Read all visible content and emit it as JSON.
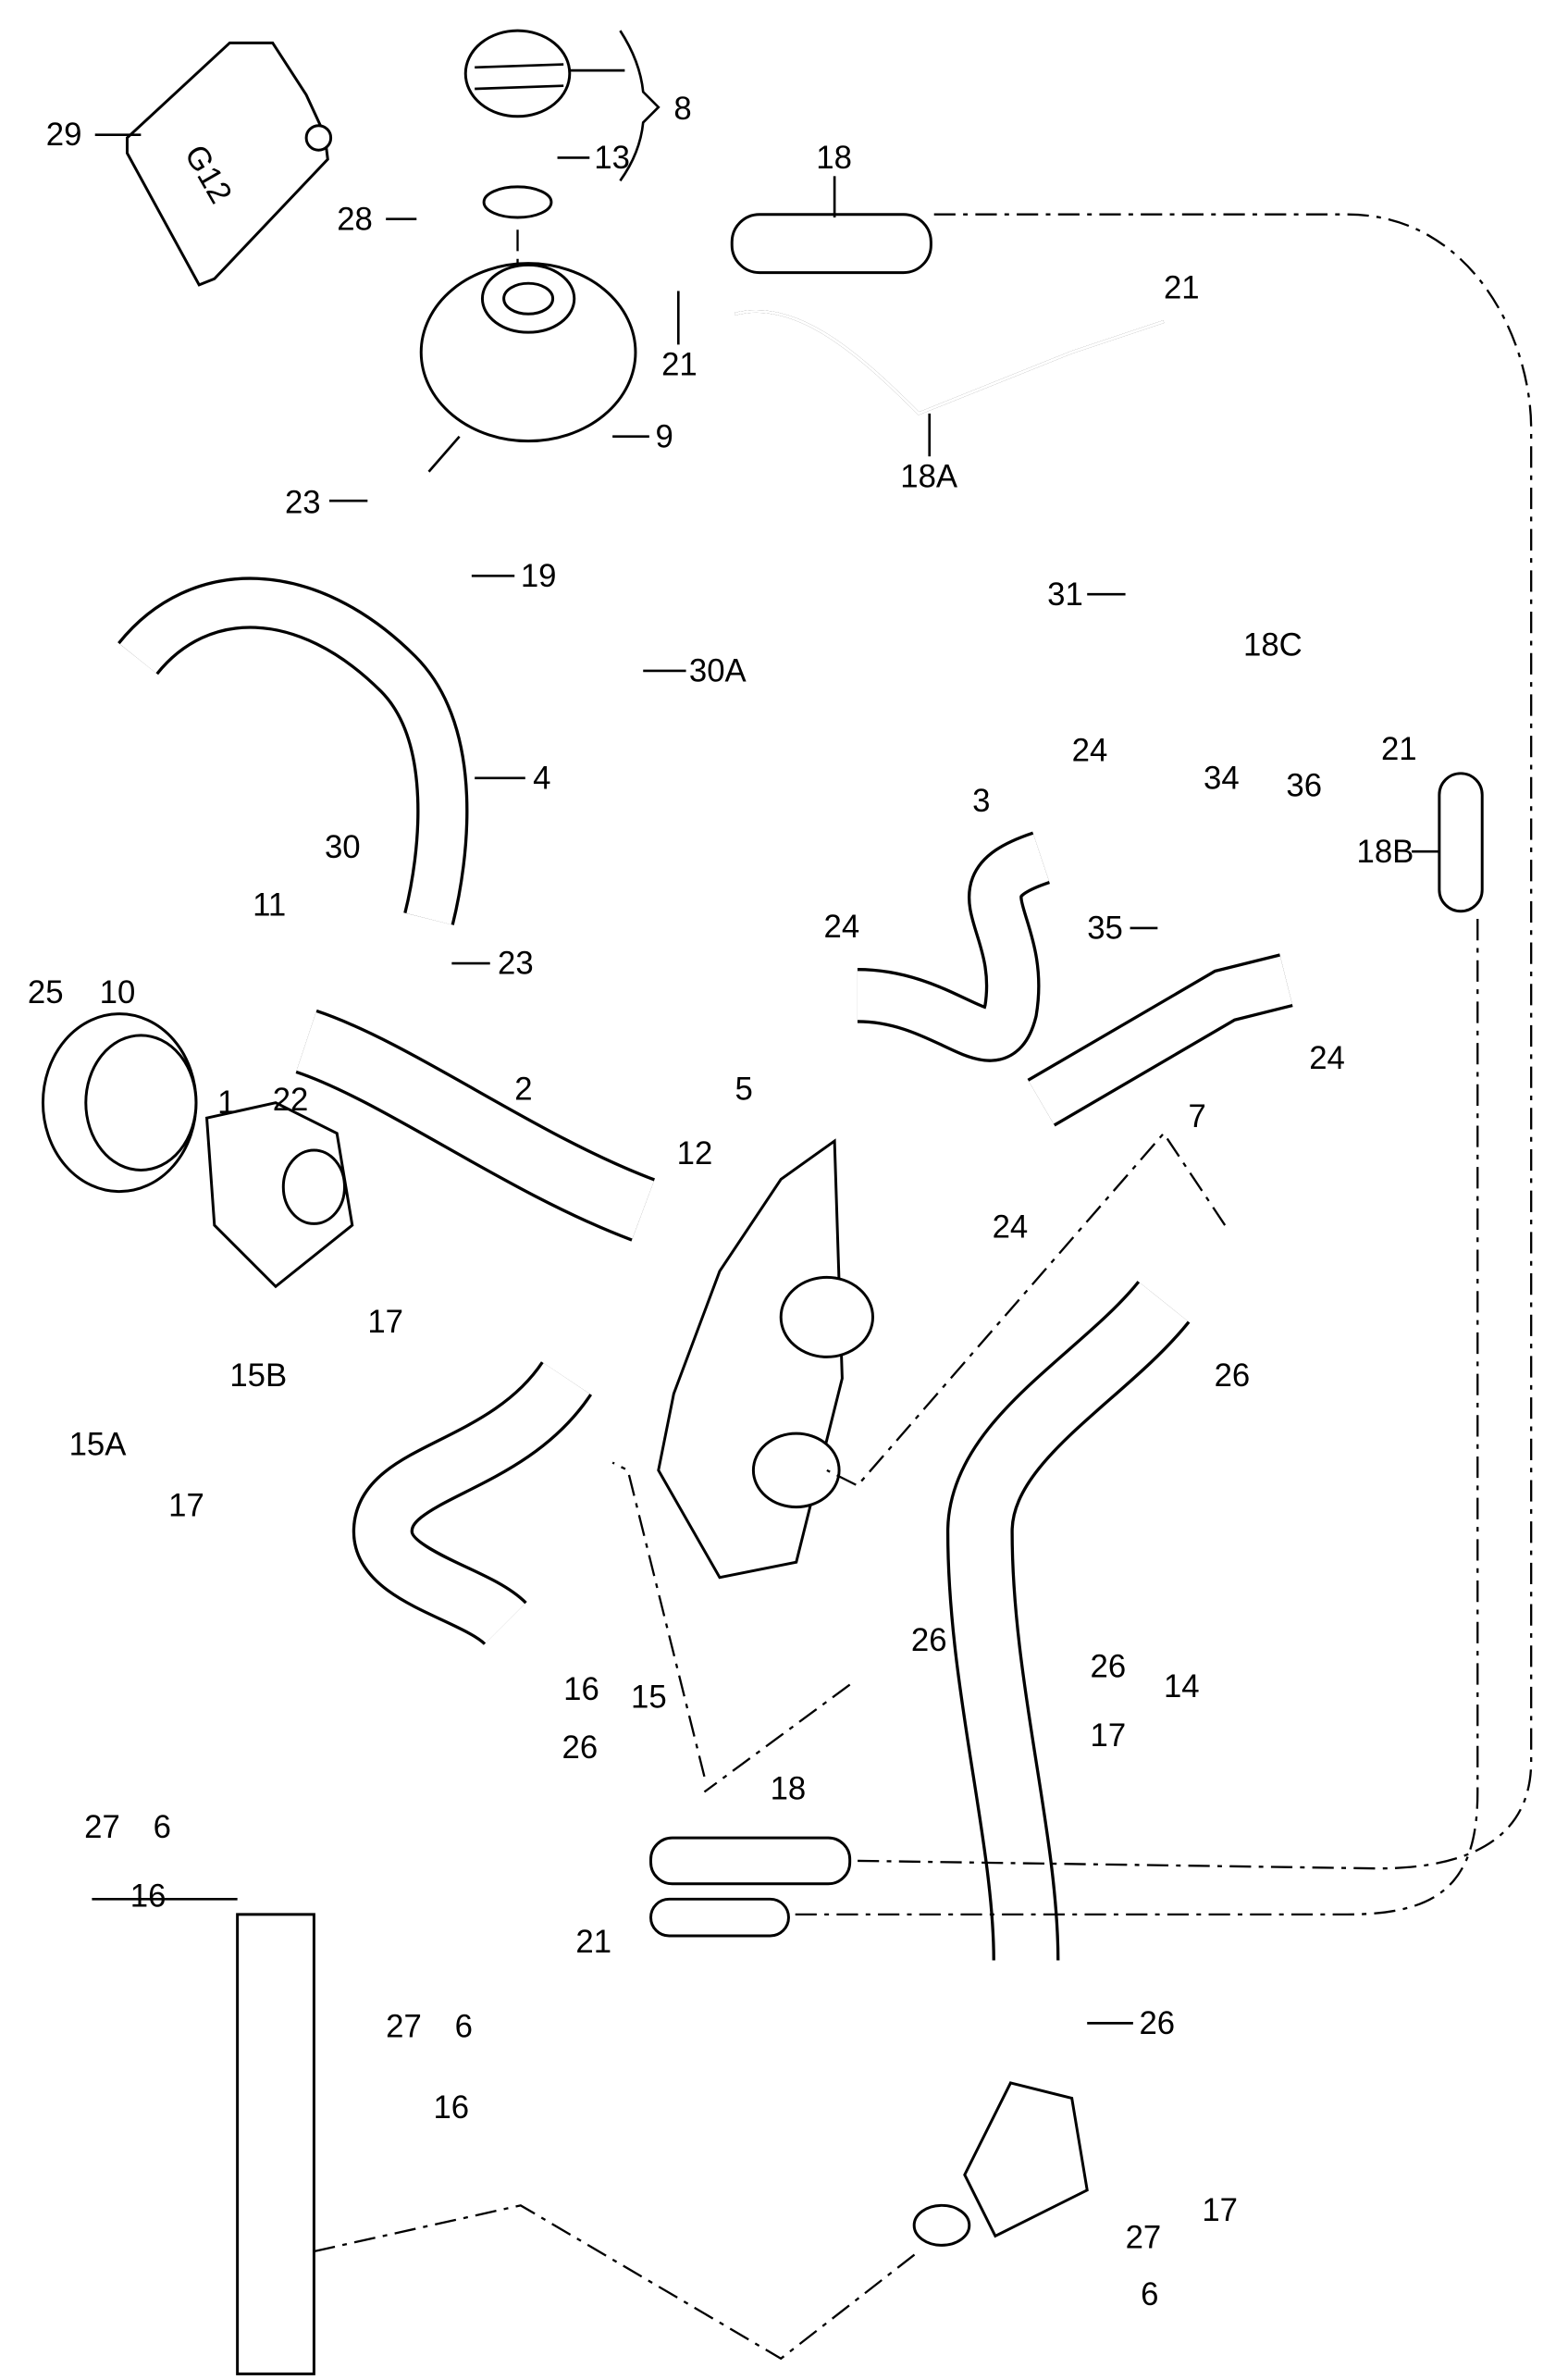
{
  "diagram": {
    "type": "exploded-parts-diagram",
    "subject": "Engine cooling system — hoses, expansion tank, coolant pump, thermostat housing",
    "container_text": "G12",
    "labels": [
      {
        "id": "29",
        "text": "29"
      },
      {
        "id": "8",
        "text": "8"
      },
      {
        "id": "13",
        "text": "13"
      },
      {
        "id": "28",
        "text": "28"
      },
      {
        "id": "18-top",
        "text": "18"
      },
      {
        "id": "21-a",
        "text": "21"
      },
      {
        "id": "21-b",
        "text": "21"
      },
      {
        "id": "9",
        "text": "9"
      },
      {
        "id": "18A",
        "text": "18A"
      },
      {
        "id": "23-a",
        "text": "23"
      },
      {
        "id": "19",
        "text": "19"
      },
      {
        "id": "31",
        "text": "31"
      },
      {
        "id": "18C",
        "text": "18C"
      },
      {
        "id": "30A",
        "text": "30A"
      },
      {
        "id": "4",
        "text": "4"
      },
      {
        "id": "30",
        "text": "30"
      },
      {
        "id": "21-c",
        "text": "21"
      },
      {
        "id": "3",
        "text": "3"
      },
      {
        "id": "24-a",
        "text": "24"
      },
      {
        "id": "34",
        "text": "34"
      },
      {
        "id": "36",
        "text": "36"
      },
      {
        "id": "18B",
        "text": "18B"
      },
      {
        "id": "35",
        "text": "35"
      },
      {
        "id": "11",
        "text": "11"
      },
      {
        "id": "23-b",
        "text": "23"
      },
      {
        "id": "24-b",
        "text": "24"
      },
      {
        "id": "25",
        "text": "25"
      },
      {
        "id": "10",
        "text": "10"
      },
      {
        "id": "24-c",
        "text": "24"
      },
      {
        "id": "22",
        "text": "22"
      },
      {
        "id": "1",
        "text": "1"
      },
      {
        "id": "2",
        "text": "2"
      },
      {
        "id": "5",
        "text": "5"
      },
      {
        "id": "12",
        "text": "12"
      },
      {
        "id": "7",
        "text": "7"
      },
      {
        "id": "24-d",
        "text": "24"
      },
      {
        "id": "17-a",
        "text": "17"
      },
      {
        "id": "15B",
        "text": "15B"
      },
      {
        "id": "26-a",
        "text": "26"
      },
      {
        "id": "15A",
        "text": "15A"
      },
      {
        "id": "17-b",
        "text": "17"
      },
      {
        "id": "26-b",
        "text": "26"
      },
      {
        "id": "16-a",
        "text": "16"
      },
      {
        "id": "15",
        "text": "15"
      },
      {
        "id": "26-c",
        "text": "26"
      },
      {
        "id": "14",
        "text": "14"
      },
      {
        "id": "17-c",
        "text": "17"
      },
      {
        "id": "27-a",
        "text": "27"
      },
      {
        "id": "6-a",
        "text": "6"
      },
      {
        "id": "16-b",
        "text": "16"
      },
      {
        "id": "18-bottom",
        "text": "18"
      },
      {
        "id": "21-d",
        "text": "21"
      },
      {
        "id": "27-b",
        "text": "27"
      },
      {
        "id": "6-b",
        "text": "6"
      },
      {
        "id": "16-c",
        "text": "16"
      },
      {
        "id": "26-d",
        "text": "26"
      },
      {
        "id": "17-d",
        "text": "17"
      },
      {
        "id": "27-c",
        "text": "27"
      },
      {
        "id": "6-c",
        "text": "6"
      },
      {
        "id": "26-e",
        "text": "26"
      }
    ]
  }
}
